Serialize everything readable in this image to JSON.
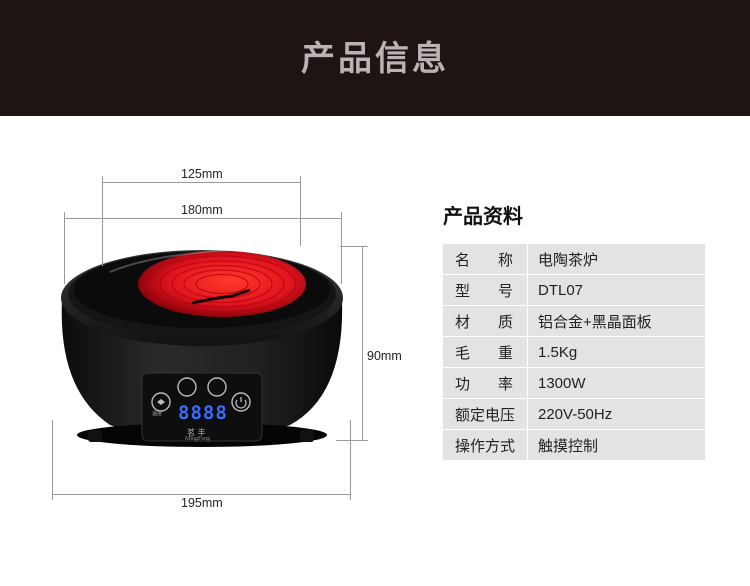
{
  "banner": {
    "title": "产品信息"
  },
  "dimensions": {
    "top_inner": "125mm",
    "top_outer": "180mm",
    "height": "90mm",
    "bottom": "195mm"
  },
  "panel": {
    "brand_cn": "茗 丰",
    "brand_en": "MingFeng",
    "display": "8888",
    "btn_left": "温度",
    "btn_right": ""
  },
  "spec": {
    "title": "产品资料",
    "rows": [
      {
        "k1": "名",
        "k2": "称",
        "value": "电陶茶炉"
      },
      {
        "k1": "型",
        "k2": "号",
        "value": "DTL07"
      },
      {
        "k1": "材",
        "k2": "质",
        "value": "铝合金+黑晶面板"
      },
      {
        "k1": "毛",
        "k2": "重",
        "value": "1.5Kg"
      },
      {
        "k1": "功",
        "k2": "率",
        "value": "1300W"
      },
      {
        "key": "额定电压",
        "value": "220V-50Hz"
      },
      {
        "key": "操作方式",
        "value": "触摸控制"
      }
    ]
  },
  "colors": {
    "banner": "#1e1414",
    "glow": "#e0141e",
    "body": "#1a1a1a",
    "display": "#3a6bff",
    "cell": "#e3e3e3"
  }
}
